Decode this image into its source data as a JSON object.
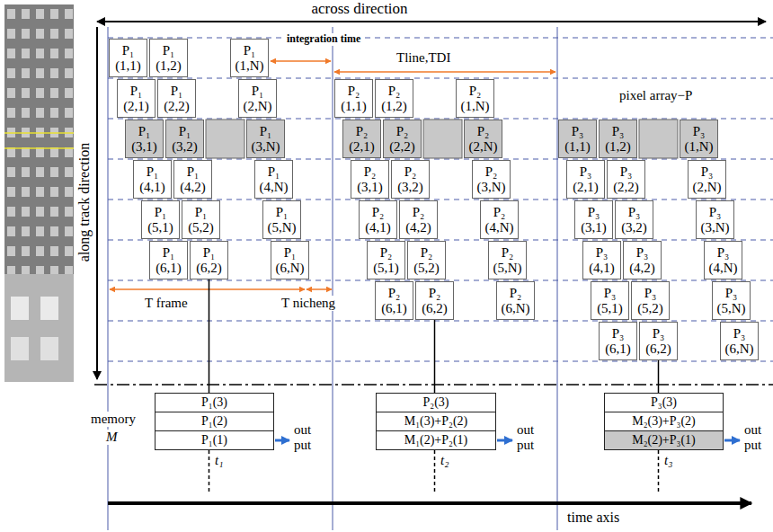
{
  "diagram": {
    "nodes": [
      {
        "text": [
          "P₁",
          "(1,1)"
        ]
      },
      {
        "text": [
          "P₁",
          "(1,2)"
        ]
      },
      {
        "text": [
          "P₁",
          "(1,N)"
        ]
      },
      {
        "text": [
          "P₁",
          "(2,1)"
        ]
      },
      {
        "text": [
          "P₁",
          "(2,2)"
        ]
      },
      {
        "text": [
          "P₁",
          "(2,N)"
        ]
      },
      {
        "text": [
          "P₁",
          "(3,1)"
        ]
      },
      {
        "text": [
          "P₁",
          "(3,2)"
        ]
      },
      {
        "text": [
          "P₁",
          "(3,N)"
        ]
      },
      {
        "text": [
          "P₁",
          "(4,1)"
        ]
      },
      {
        "text": [
          "P₁",
          "(4,2)"
        ]
      },
      {
        "text": [
          "P₁",
          "(4,N)"
        ]
      },
      {
        "text": [
          "P₁",
          "(5,1)"
        ]
      },
      {
        "text": [
          "P₁",
          "(5,2)"
        ]
      },
      {
        "text": [
          "P₁",
          "(5,N)"
        ]
      },
      {
        "text": [
          "P₁",
          "(6,1)"
        ]
      },
      {
        "text": [
          "P₁",
          "(6,2)"
        ]
      },
      {
        "text": [
          "P₁",
          "(6,N)"
        ]
      },
      {
        "text": [
          "P₂",
          "(1,1)"
        ]
      },
      {
        "text": [
          "P₂",
          "(1,2)"
        ]
      },
      {
        "text": [
          "P₂",
          "(1,N)"
        ]
      },
      {
        "text": [
          "P₂",
          "(2,1)"
        ]
      },
      {
        "text": [
          "P₂",
          "(2,2)"
        ]
      },
      {
        "text": [
          "P₂",
          "(2,N)"
        ]
      },
      {
        "text": [
          "P₂",
          "(3,1)"
        ]
      },
      {
        "text": [
          "P₂",
          "(3,2)"
        ]
      },
      {
        "text": [
          "P₂",
          "(3,N)"
        ]
      },
      {
        "text": [
          "P₂",
          "(4,1)"
        ]
      },
      {
        "text": [
          "P₂",
          "(4,2)"
        ]
      },
      {
        "text": [
          "P₂",
          "(4,N)"
        ]
      },
      {
        "text": [
          "P₂",
          "(5,1)"
        ]
      },
      {
        "text": [
          "P₂",
          "(5,2)"
        ]
      },
      {
        "text": [
          "P₂",
          "(5,N)"
        ]
      },
      {
        "text": [
          "P₂",
          "(6,1)"
        ]
      },
      {
        "text": [
          "P₂",
          "(6,2)"
        ]
      },
      {
        "text": [
          "P₂",
          "(6,N)"
        ]
      },
      {
        "text": [
          "P₃",
          "(1,1)"
        ]
      },
      {
        "text": [
          "P₃",
          "(1,2)"
        ]
      },
      {
        "text": [
          "P₃",
          "(1,N)"
        ]
      },
      {
        "text": [
          "P₃",
          "(2,1)"
        ]
      },
      {
        "text": [
          "P₃",
          "(2,2)"
        ]
      },
      {
        "text": [
          "P₃",
          "(2,N)"
        ]
      },
      {
        "text": [
          "P₃",
          "(3,1)"
        ]
      },
      {
        "text": [
          "P₃",
          "(3,2)"
        ]
      },
      {
        "text": [
          "P₃",
          "(3,N)"
        ]
      },
      {
        "text": [
          "P₃",
          "(4,1)"
        ]
      },
      {
        "text": [
          "P₃",
          "(4,2)"
        ]
      },
      {
        "text": [
          "P₃",
          "(4,N)"
        ]
      },
      {
        "text": [
          "P₃",
          "(5,1)"
        ]
      },
      {
        "text": [
          "P₃",
          "(5,2)"
        ]
      },
      {
        "text": [
          "P₃",
          "(5,N)"
        ]
      },
      {
        "text": [
          "P₃",
          "(6,1)"
        ]
      },
      {
        "text": [
          "P₃",
          "(6,2)"
        ]
      },
      {
        "text": [
          "P₃",
          "(6,N)"
        ]
      },
      {
        "text": [
          "P₁(3)"
        ]
      },
      {
        "text": [
          "P₁(2)"
        ]
      },
      {
        "text": [
          "P₁(1)"
        ]
      },
      {
        "text": [
          "P₂(3)"
        ]
      },
      {
        "text": [
          "M₁(3)+P₂(2)"
        ]
      },
      {
        "text": [
          "M₁(2)+P₂(1)"
        ]
      },
      {
        "text": [
          "P₃(3)"
        ]
      },
      {
        "text": [
          "M₂(3)+P₃(2)"
        ]
      },
      {
        "text": [
          "M₂(2)+P₃(1)"
        ]
      }
    ],
    "edges": [
      {
        "from": 16,
        "to": 54,
        "arrow": "none"
      },
      {
        "from": 34,
        "to": 57,
        "arrow": "none"
      },
      {
        "from": 52,
        "to": 60,
        "arrow": "none"
      }
    ],
    "labels": [
      "across direction",
      "integration time",
      "Tline,TDI",
      "pixel array−P",
      "along track direction",
      "T frame",
      "T nicheng",
      "memory",
      "M",
      "out put",
      "out put",
      "out put",
      "t₁",
      "t₂",
      "t₃",
      "time axis"
    ]
  }
}
